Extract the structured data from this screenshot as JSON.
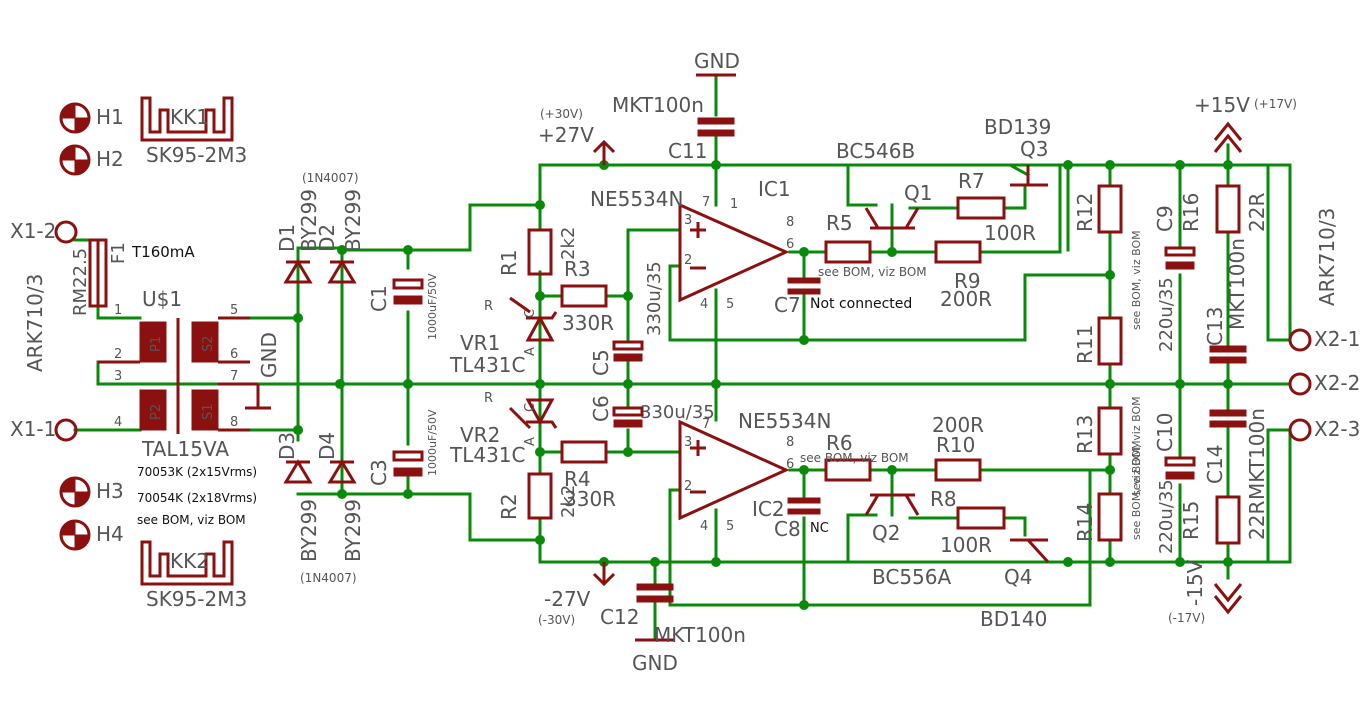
{
  "parts": {
    "H1": "H1",
    "H2": "H2",
    "H3": "H3",
    "H4": "H4",
    "KK1": "KK1",
    "KK2": "KK2",
    "SK1": "SK95-2M3",
    "SK2": "SK95-2M3",
    "X12": "X1-2",
    "X11": "X1-1",
    "ARK_L": "ARK710/3",
    "ARK_R": "ARK710/3",
    "F1": "F1",
    "RM": "RM22.5",
    "T160": "T160mA",
    "US1": "U$1",
    "TAL": "TAL15VA",
    "N1": "70053K (2x15Vrms)",
    "N2": "70054K (2x18Vrms)",
    "N3": "see BOM, viz BOM",
    "P1": "P1",
    "P2": "P2",
    "S1": "S1",
    "S2": "S2",
    "D1": "D1",
    "D2": "D2",
    "D3": "D3",
    "D4": "D4",
    "BY1": "BY299",
    "BY2": "BY299",
    "BY3": "BY299",
    "BY4": "BY299",
    "IN1": "(1N4007)",
    "IN2": "(1N4007)",
    "C1": "C1",
    "C3": "C3",
    "CAP1": "1000uF/50V",
    "CAP3": "1000uF/50V",
    "GND1": "GND",
    "GND_TOP": "GND",
    "GND_BOT": "GND",
    "P30": "(+30V)",
    "P27": "+27V",
    "N27": "-27V",
    "N30": "(-30V)",
    "MKT11": "MKT100n",
    "C11": "C11",
    "MKT12": "MKT100n",
    "C12": "C12",
    "R1": "R1",
    "R1v": "2k2",
    "R2": "R2",
    "R2v": "2k2",
    "R3": "R3",
    "R3v": "330R",
    "R4": "R4",
    "R4v": "330R",
    "VR1": "VR1",
    "TL1": "TL431C",
    "VR2": "VR2",
    "TL2": "TL431C",
    "C5": "C5",
    "C5v": "330u/35",
    "C6": "C6",
    "C6v": "330u/35",
    "NE1": "NE5534N",
    "IC1": "IC1",
    "NE2": "NE5534N",
    "IC2": "IC2",
    "C7": "C7",
    "C7v": "Not connected",
    "C8": "C8",
    "C8v": "NC",
    "R5": "R5",
    "R5v": "see BOM, viz BOM",
    "R6": "R6",
    "R6v": "see BOM, viz BOM",
    "R7": "R7",
    "R7v": "100R",
    "R8": "R8",
    "R8v": "100R",
    "R9": "R9",
    "R9v": "200R",
    "R10": "R10",
    "R10v": "200R",
    "BC546": "BC546B",
    "Q1": "Q1",
    "BC556": "BC556A",
    "Q2": "Q2",
    "BD139": "BD139",
    "Q3": "Q3",
    "BD140": "BD140",
    "Q4": "Q4",
    "R11": "R11",
    "R12": "R12",
    "R13": "R13",
    "R14": "R14",
    "R12v": "see BOM, viz BOM",
    "R13v": "see BOM, viz BOM",
    "R14v": "see BOM, viz BOM",
    "C9": "C9",
    "C9v": "220u/35",
    "C10": "C10",
    "C10v": "220u/35",
    "R15": "R15",
    "R15v": "22R",
    "R16": "R16",
    "R16v": "22R",
    "C13": "C13",
    "C13v": "MKT100n",
    "C14": "C14",
    "C14v": "MKT100n",
    "P15": "+15V",
    "P17": "(+17V)",
    "N15": "-15V",
    "N17": "(-17V)",
    "X21": "X2-1",
    "X22": "X2-2",
    "X23": "X2-3",
    "pin1": "1",
    "pin2": "2",
    "pin3": "3",
    "pin4": "4",
    "pin5": "5",
    "pin6": "6",
    "pin7": "7",
    "pin8": "8",
    "A": "A",
    "C": "C",
    "R": "R"
  }
}
